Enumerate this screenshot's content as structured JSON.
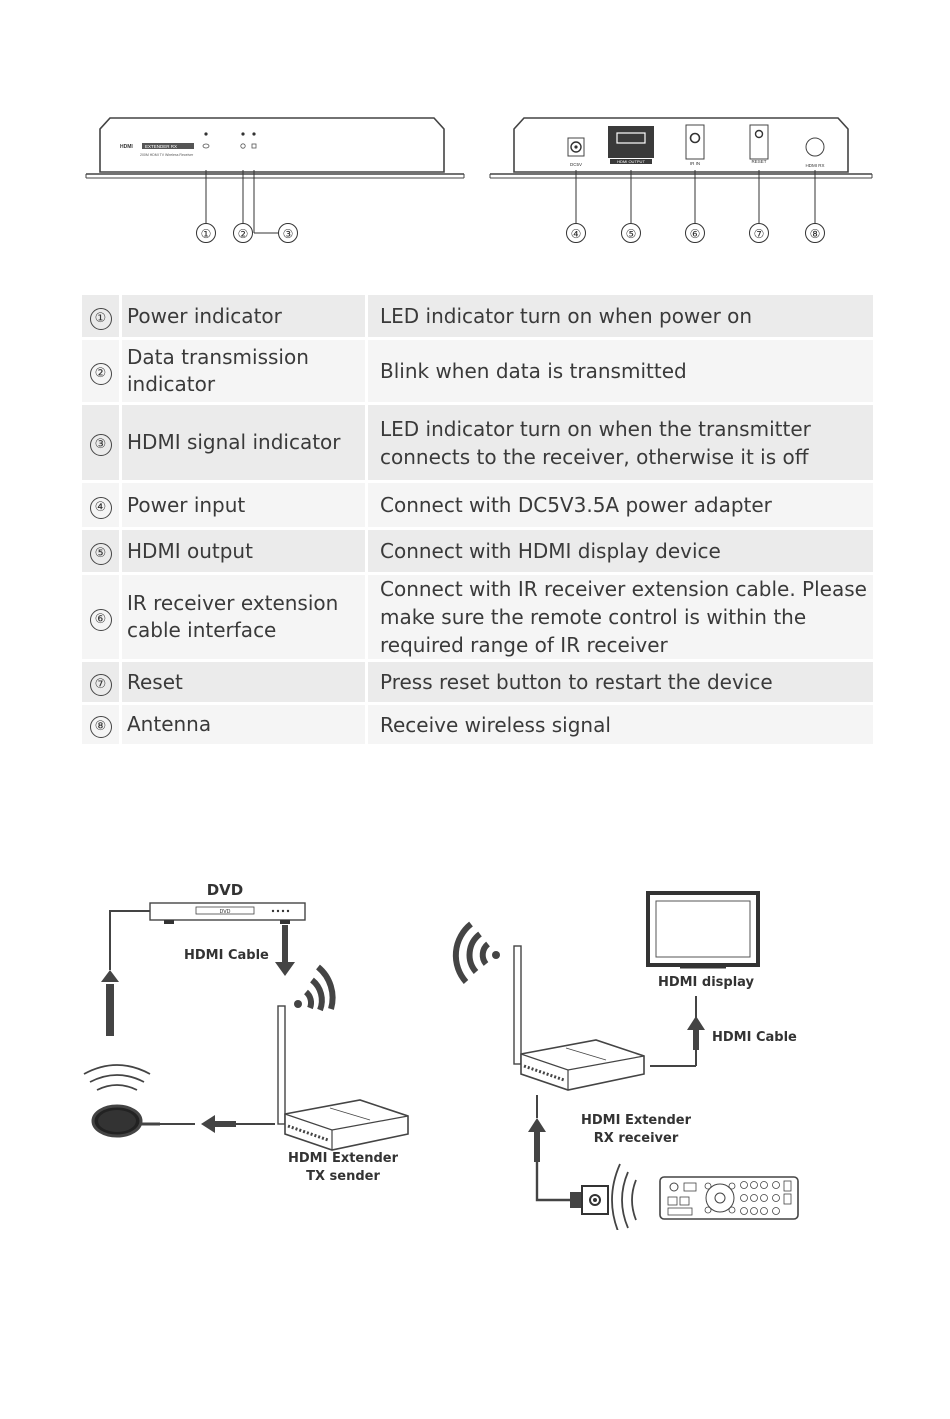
{
  "front_panel": {
    "brand_text": "HDMI",
    "model_text": "EXTENDER RX",
    "subtitle_text": "200M HDMI TV Wireless Receiver",
    "callouts": [
      "①",
      "②",
      "③"
    ]
  },
  "rear_panel": {
    "port_labels": [
      "DC5V",
      "HDMI OUTPUT",
      "IR IN",
      "RESET",
      "HDMI RX"
    ],
    "callouts": [
      "④",
      "⑤",
      "⑥",
      "⑦",
      "⑧"
    ]
  },
  "spec_table": {
    "rows": [
      {
        "num": "①",
        "part": "Power indicator",
        "desc": "LED indicator turn on when power on"
      },
      {
        "num": "②",
        "part": "Data transmission indicator",
        "desc": "Blink when data is transmitted"
      },
      {
        "num": "③",
        "part": "HDMI signal indicator",
        "desc": "LED indicator turn on when the transmitter connects to the receiver, otherwise it is off"
      },
      {
        "num": "④",
        "part": "Power input",
        "desc": "Connect with DC5V3.5A power adapter"
      },
      {
        "num": "⑤",
        "part": "HDMI output",
        "desc": "Connect with HDMI display device"
      },
      {
        "num": "⑥",
        "part": "IR receiver extension cable interface",
        "desc": "Connect with IR receiver extension cable. Please make sure the remote control is within the required range of IR receiver"
      },
      {
        "num": "⑦",
        "part": "Reset",
        "desc": "Press reset button to restart the device"
      },
      {
        "num": "⑧",
        "part": "Antenna",
        "desc": "Receive wireless signal"
      }
    ]
  },
  "diagram": {
    "dvd_label": "DVD",
    "dvd_tray_text": "DVD",
    "hdmi_cable_left": "HDMI Cable",
    "tx_label_line1": "HDMI Extender",
    "tx_label_line2": "TX sender",
    "hdmi_display_label": "HDMI display",
    "hdmi_cable_right": "HDMI Cable",
    "rx_label_line1": "HDMI Extender",
    "rx_label_line2": "RX receiver"
  }
}
